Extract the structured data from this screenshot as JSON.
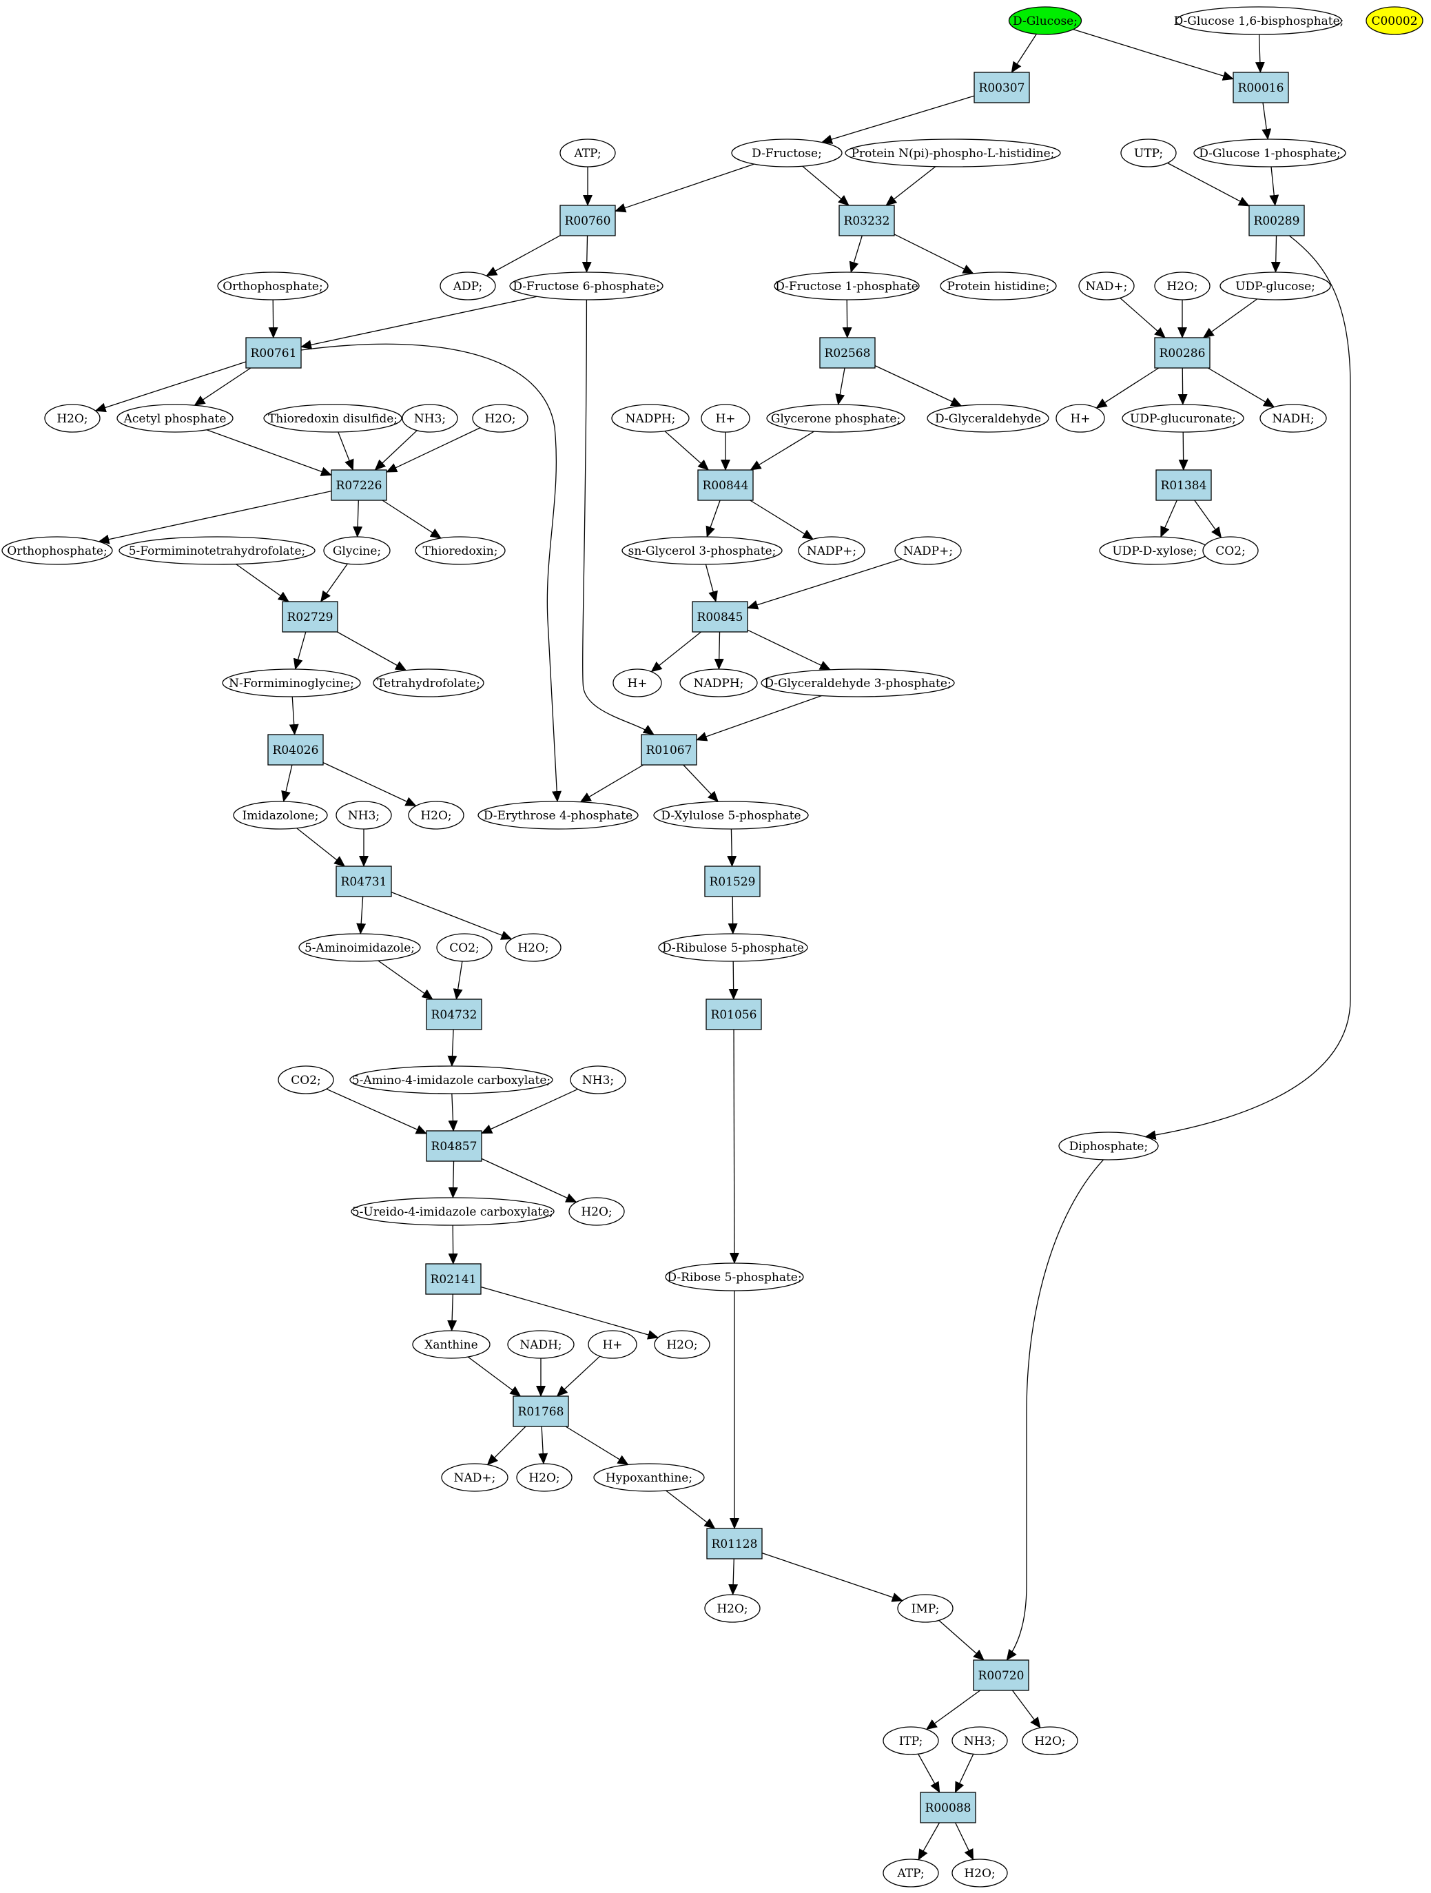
{
  "graph": {
    "colors": {
      "reaction_fill": "#add8e6",
      "compound_fill": "#ffffff",
      "start_fill": "#00ee00",
      "extra_fill": "#ffff00",
      "stroke": "#000000"
    },
    "nodes": [
      {
        "id": "glucose",
        "label": "D-Glucose;",
        "kind": "start"
      },
      {
        "id": "glc16bp",
        "label": "D-Glucose 1,6-bisphosphate;",
        "kind": "compound"
      },
      {
        "id": "c00002",
        "label": "C00002",
        "kind": "extra"
      },
      {
        "id": "r00307",
        "label": "R00307",
        "kind": "reaction"
      },
      {
        "id": "r00016",
        "label": "R00016",
        "kind": "reaction"
      },
      {
        "id": "atp1",
        "label": "ATP;",
        "kind": "compound"
      },
      {
        "id": "fructose",
        "label": "D-Fructose;",
        "kind": "compound"
      },
      {
        "id": "protnpi",
        "label": "Protein N(pi)-phospho-L-histidine;",
        "kind": "compound"
      },
      {
        "id": "utp",
        "label": "UTP;",
        "kind": "compound"
      },
      {
        "id": "glc1p",
        "label": "D-Glucose 1-phosphate;",
        "kind": "compound"
      },
      {
        "id": "r00760",
        "label": "R00760",
        "kind": "reaction"
      },
      {
        "id": "r03232",
        "label": "R03232",
        "kind": "reaction"
      },
      {
        "id": "r00289",
        "label": "R00289",
        "kind": "reaction"
      },
      {
        "id": "orthophos1",
        "label": "Orthophosphate;",
        "kind": "compound"
      },
      {
        "id": "adp",
        "label": "ADP;",
        "kind": "compound"
      },
      {
        "id": "f6p",
        "label": "D-Fructose 6-phosphate;",
        "kind": "compound"
      },
      {
        "id": "f1p",
        "label": "D-Fructose 1-phosphate",
        "kind": "compound"
      },
      {
        "id": "prothis",
        "label": "Protein histidine;",
        "kind": "compound"
      },
      {
        "id": "nadplus1",
        "label": "NAD+;",
        "kind": "compound"
      },
      {
        "id": "h2o_a",
        "label": "H2O;",
        "kind": "compound"
      },
      {
        "id": "udpglc",
        "label": "UDP-glucose;",
        "kind": "compound"
      },
      {
        "id": "r00761",
        "label": "R00761",
        "kind": "reaction"
      },
      {
        "id": "r02568",
        "label": "R02568",
        "kind": "reaction"
      },
      {
        "id": "r00286",
        "label": "R00286",
        "kind": "reaction"
      },
      {
        "id": "h2o_b",
        "label": "H2O;",
        "kind": "compound"
      },
      {
        "id": "acetylp",
        "label": "Acetyl phosphate",
        "kind": "compound"
      },
      {
        "id": "thiodis",
        "label": "Thioredoxin disulfide;",
        "kind": "compound"
      },
      {
        "id": "nh3_a",
        "label": "NH3;",
        "kind": "compound"
      },
      {
        "id": "h2o_c",
        "label": "H2O;",
        "kind": "compound"
      },
      {
        "id": "nadph1",
        "label": "NADPH;",
        "kind": "compound"
      },
      {
        "id": "hplus1",
        "label": "H+",
        "kind": "compound"
      },
      {
        "id": "glycerone",
        "label": "Glycerone phosphate;",
        "kind": "compound"
      },
      {
        "id": "glyceraldehyde",
        "label": "D-Glyceraldehyde",
        "kind": "compound"
      },
      {
        "id": "hplus2",
        "label": "H+",
        "kind": "compound"
      },
      {
        "id": "udpglcur",
        "label": "UDP-glucuronate;",
        "kind": "compound"
      },
      {
        "id": "nadh1",
        "label": "NADH;",
        "kind": "compound"
      },
      {
        "id": "r07226",
        "label": "R07226",
        "kind": "reaction"
      },
      {
        "id": "r00844",
        "label": "R00844",
        "kind": "reaction"
      },
      {
        "id": "r01384",
        "label": "R01384",
        "kind": "reaction"
      },
      {
        "id": "orthophos2",
        "label": "Orthophosphate;",
        "kind": "compound"
      },
      {
        "id": "formimino",
        "label": "5-Formiminotetrahydrofolate;",
        "kind": "compound"
      },
      {
        "id": "glycine",
        "label": "Glycine;",
        "kind": "compound"
      },
      {
        "id": "thioredoxin",
        "label": "Thioredoxin;",
        "kind": "compound"
      },
      {
        "id": "snglyc3p",
        "label": "sn-Glycerol 3-phosphate;",
        "kind": "compound"
      },
      {
        "id": "nadpplus1",
        "label": "NADP+;",
        "kind": "compound"
      },
      {
        "id": "nadpplus2",
        "label": "NADP+;",
        "kind": "compound"
      },
      {
        "id": "udpxyl",
        "label": "UDP-D-xylose;",
        "kind": "compound"
      },
      {
        "id": "co2_a",
        "label": "CO2;",
        "kind": "compound"
      },
      {
        "id": "r02729",
        "label": "R02729",
        "kind": "reaction"
      },
      {
        "id": "r00845",
        "label": "R00845",
        "kind": "reaction"
      },
      {
        "id": "nformimino",
        "label": "N-Formiminoglycine;",
        "kind": "compound"
      },
      {
        "id": "thf",
        "label": "Tetrahydrofolate;",
        "kind": "compound"
      },
      {
        "id": "hplus3",
        "label": "H+",
        "kind": "compound"
      },
      {
        "id": "nadph2",
        "label": "NADPH;",
        "kind": "compound"
      },
      {
        "id": "g3p",
        "label": "D-Glyceraldehyde 3-phosphate;",
        "kind": "compound"
      },
      {
        "id": "r04026",
        "label": "R04026",
        "kind": "reaction"
      },
      {
        "id": "r01067",
        "label": "R01067",
        "kind": "reaction"
      },
      {
        "id": "imidazolone",
        "label": "Imidazolone;",
        "kind": "compound"
      },
      {
        "id": "nh3_b",
        "label": "NH3;",
        "kind": "compound"
      },
      {
        "id": "h2o_d",
        "label": "H2O;",
        "kind": "compound"
      },
      {
        "id": "e4p",
        "label": "D-Erythrose 4-phosphate",
        "kind": "compound"
      },
      {
        "id": "x5p",
        "label": "D-Xylulose 5-phosphate",
        "kind": "compound"
      },
      {
        "id": "r04731",
        "label": "R04731",
        "kind": "reaction"
      },
      {
        "id": "r01529",
        "label": "R01529",
        "kind": "reaction"
      },
      {
        "id": "aminoimid",
        "label": "5-Aminoimidazole;",
        "kind": "compound"
      },
      {
        "id": "co2_b",
        "label": "CO2;",
        "kind": "compound"
      },
      {
        "id": "h2o_e",
        "label": "H2O;",
        "kind": "compound"
      },
      {
        "id": "ribulose5p",
        "label": "D-Ribulose 5-phosphate",
        "kind": "compound"
      },
      {
        "id": "r04732",
        "label": "R04732",
        "kind": "reaction"
      },
      {
        "id": "r01056",
        "label": "R01056",
        "kind": "reaction"
      },
      {
        "id": "co2_c",
        "label": "CO2;",
        "kind": "compound"
      },
      {
        "id": "aicarbox",
        "label": "5-Amino-4-imidazole carboxylate;",
        "kind": "compound"
      },
      {
        "id": "nh3_c",
        "label": "NH3;",
        "kind": "compound"
      },
      {
        "id": "diphosphate",
        "label": "Diphosphate;",
        "kind": "compound"
      },
      {
        "id": "r04857",
        "label": "R04857",
        "kind": "reaction"
      },
      {
        "id": "ureido",
        "label": "5-Ureido-4-imidazole carboxylate;",
        "kind": "compound"
      },
      {
        "id": "h2o_f",
        "label": "H2O;",
        "kind": "compound"
      },
      {
        "id": "r02141",
        "label": "R02141",
        "kind": "reaction"
      },
      {
        "id": "ribose5p",
        "label": "D-Ribose 5-phosphate;",
        "kind": "compound"
      },
      {
        "id": "xanthine",
        "label": "Xanthine",
        "kind": "compound"
      },
      {
        "id": "nadh2",
        "label": "NADH;",
        "kind": "compound"
      },
      {
        "id": "hplus4",
        "label": "H+",
        "kind": "compound"
      },
      {
        "id": "h2o_g",
        "label": "H2O;",
        "kind": "compound"
      },
      {
        "id": "r01768",
        "label": "R01768",
        "kind": "reaction"
      },
      {
        "id": "nadplus2",
        "label": "NAD+;",
        "kind": "compound"
      },
      {
        "id": "h2o_h",
        "label": "H2O;",
        "kind": "compound"
      },
      {
        "id": "hypoxanthine",
        "label": "Hypoxanthine;",
        "kind": "compound"
      },
      {
        "id": "r01128",
        "label": "R01128",
        "kind": "reaction"
      },
      {
        "id": "h2o_i",
        "label": "H2O;",
        "kind": "compound"
      },
      {
        "id": "imp",
        "label": "IMP;",
        "kind": "compound"
      },
      {
        "id": "r00720",
        "label": "R00720",
        "kind": "reaction"
      },
      {
        "id": "itp",
        "label": "ITP;",
        "kind": "compound"
      },
      {
        "id": "nh3_d",
        "label": "NH3;",
        "kind": "compound"
      },
      {
        "id": "h2o_j",
        "label": "H2O;",
        "kind": "compound"
      },
      {
        "id": "r00088",
        "label": "R00088",
        "kind": "reaction"
      },
      {
        "id": "atp2",
        "label": "ATP;",
        "kind": "compound"
      },
      {
        "id": "h2o_k",
        "label": "H2O;",
        "kind": "compound"
      }
    ],
    "edges": [
      [
        "glucose",
        "r00307"
      ],
      [
        "glucose",
        "r00016"
      ],
      [
        "glc16bp",
        "r00016"
      ],
      [
        "r00307",
        "fructose"
      ],
      [
        "r00016",
        "glc1p"
      ],
      [
        "atp1",
        "r00760"
      ],
      [
        "fructose",
        "r00760"
      ],
      [
        "fructose",
        "r03232"
      ],
      [
        "protnpi",
        "r03232"
      ],
      [
        "utp",
        "r00289"
      ],
      [
        "glc1p",
        "r00289"
      ],
      [
        "r00760",
        "adp"
      ],
      [
        "r00760",
        "f6p"
      ],
      [
        "r03232",
        "f1p"
      ],
      [
        "r03232",
        "prothis"
      ],
      [
        "r00289",
        "udpglc"
      ],
      [
        "r00289",
        "diphosphate"
      ],
      [
        "orthophos1",
        "r00761"
      ],
      [
        "f6p",
        "r00761"
      ],
      [
        "f6p",
        "r01067"
      ],
      [
        "f1p",
        "r02568"
      ],
      [
        "nadplus1",
        "r00286"
      ],
      [
        "h2o_a",
        "r00286"
      ],
      [
        "udpglc",
        "r00286"
      ],
      [
        "r00761",
        "h2o_b"
      ],
      [
        "r00761",
        "acetylp"
      ],
      [
        "r00761",
        "e4p"
      ],
      [
        "r02568",
        "glycerone"
      ],
      [
        "r02568",
        "glyceraldehyde"
      ],
      [
        "r00286",
        "hplus2"
      ],
      [
        "r00286",
        "udpglcur"
      ],
      [
        "r00286",
        "nadh1"
      ],
      [
        "acetylp",
        "r07226"
      ],
      [
        "thiodis",
        "r07226"
      ],
      [
        "nh3_a",
        "r07226"
      ],
      [
        "h2o_c",
        "r07226"
      ],
      [
        "nadph1",
        "r00844"
      ],
      [
        "hplus1",
        "r00844"
      ],
      [
        "glycerone",
        "r00844"
      ],
      [
        "udpglcur",
        "r01384"
      ],
      [
        "r07226",
        "orthophos2"
      ],
      [
        "r07226",
        "glycine"
      ],
      [
        "r07226",
        "thioredoxin"
      ],
      [
        "r00844",
        "snglyc3p"
      ],
      [
        "r00844",
        "nadpplus1"
      ],
      [
        "r01384",
        "udpxyl"
      ],
      [
        "r01384",
        "co2_a"
      ],
      [
        "formimino",
        "r02729"
      ],
      [
        "glycine",
        "r02729"
      ],
      [
        "snglyc3p",
        "r00845"
      ],
      [
        "nadpplus2",
        "r00845"
      ],
      [
        "r02729",
        "nformimino"
      ],
      [
        "r02729",
        "thf"
      ],
      [
        "r00845",
        "hplus3"
      ],
      [
        "r00845",
        "nadph2"
      ],
      [
        "r00845",
        "g3p"
      ],
      [
        "nformimino",
        "r04026"
      ],
      [
        "g3p",
        "r01067"
      ],
      [
        "r04026",
        "imidazolone"
      ],
      [
        "r04026",
        "h2o_d"
      ],
      [
        "r01067",
        "e4p"
      ],
      [
        "r01067",
        "x5p"
      ],
      [
        "imidazolone",
        "r04731"
      ],
      [
        "nh3_b",
        "r04731"
      ],
      [
        "x5p",
        "r01529"
      ],
      [
        "r04731",
        "aminoimid"
      ],
      [
        "r04731",
        "h2o_e"
      ],
      [
        "r01529",
        "ribulose5p"
      ],
      [
        "aminoimid",
        "r04732"
      ],
      [
        "co2_b",
        "r04732"
      ],
      [
        "ribulose5p",
        "r01056"
      ],
      [
        "r04732",
        "aicarbox"
      ],
      [
        "r01056",
        "ribose5p"
      ],
      [
        "co2_c",
        "r04857"
      ],
      [
        "aicarbox",
        "r04857"
      ],
      [
        "nh3_c",
        "r04857"
      ],
      [
        "r04857",
        "ureido"
      ],
      [
        "r04857",
        "h2o_f"
      ],
      [
        "ureido",
        "r02141"
      ],
      [
        "r02141",
        "xanthine"
      ],
      [
        "r02141",
        "h2o_g"
      ],
      [
        "xanthine",
        "r01768"
      ],
      [
        "nadh2",
        "r01768"
      ],
      [
        "hplus4",
        "r01768"
      ],
      [
        "r01768",
        "nadplus2"
      ],
      [
        "r01768",
        "h2o_h"
      ],
      [
        "r01768",
        "hypoxanthine"
      ],
      [
        "hypoxanthine",
        "r01128"
      ],
      [
        "ribose5p",
        "r01128"
      ],
      [
        "r01128",
        "h2o_i"
      ],
      [
        "r01128",
        "imp"
      ],
      [
        "imp",
        "r00720"
      ],
      [
        "diphosphate",
        "r00720"
      ],
      [
        "r00720",
        "itp"
      ],
      [
        "r00720",
        "h2o_j"
      ],
      [
        "itp",
        "r00088"
      ],
      [
        "nh3_d",
        "r00088"
      ],
      [
        "r00088",
        "atp2"
      ],
      [
        "r00088",
        "h2o_k"
      ]
    ]
  }
}
